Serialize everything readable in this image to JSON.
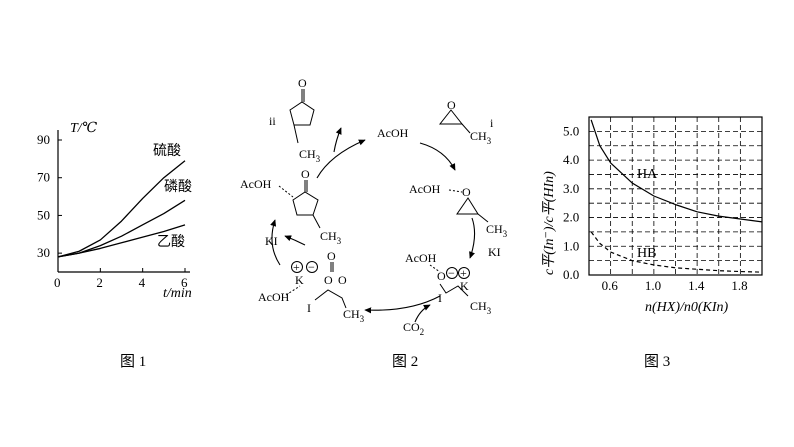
{
  "figures": {
    "fig1_caption": "图 1",
    "fig2_caption": "图 2",
    "fig3_caption": "图 3"
  },
  "chart_data": [
    {
      "type": "line",
      "xlabel": "t/min",
      "ylabel": "T/℃",
      "xlim": [
        0,
        6
      ],
      "ylim": [
        20,
        90
      ],
      "xticks": [
        "0",
        "2",
        "4",
        "6"
      ],
      "yticks": [
        "30",
        "50",
        "70",
        "90"
      ],
      "grid": false,
      "series": [
        {
          "name": "硫酸",
          "x": [
            0,
            1,
            2,
            3,
            4,
            5,
            6
          ],
          "values": [
            28,
            31,
            37,
            47,
            59,
            70,
            79
          ]
        },
        {
          "name": "磷酸",
          "x": [
            0,
            1,
            2,
            3,
            4,
            5,
            6
          ],
          "values": [
            28,
            30,
            34,
            39,
            45,
            51,
            58
          ]
        },
        {
          "name": "乙酸",
          "x": [
            0,
            1,
            2,
            3,
            4,
            5,
            6
          ],
          "values": [
            28,
            30,
            32.5,
            35.5,
            38.5,
            41.5,
            45
          ]
        }
      ]
    },
    {
      "type": "line",
      "xlabel": "n(HX)/n0(KIn)",
      "ylabel": "c平(In⁻)/c平(HIn)",
      "xlim": [
        0.4,
        2.0
      ],
      "ylim": [
        0.0,
        5.5
      ],
      "xticks": [
        "0.6",
        "1.0",
        "1.4",
        "1.8"
      ],
      "yticks": [
        "0.0",
        "1.0",
        "2.0",
        "3.0",
        "4.0",
        "5.0"
      ],
      "grid": true,
      "series": [
        {
          "name": "HA",
          "style": "solid",
          "x": [
            0.42,
            0.5,
            0.6,
            0.8,
            1.0,
            1.2,
            1.4,
            1.6,
            1.8,
            2.0
          ],
          "values": [
            5.4,
            4.5,
            3.9,
            3.2,
            2.75,
            2.45,
            2.2,
            2.05,
            1.95,
            1.85
          ]
        },
        {
          "name": "HB",
          "style": "dashed",
          "x": [
            0.42,
            0.5,
            0.6,
            0.8,
            1.0,
            1.2,
            1.4,
            1.6,
            1.8,
            2.0
          ],
          "values": [
            1.5,
            1.1,
            0.8,
            0.5,
            0.35,
            0.25,
            0.2,
            0.15,
            0.12,
            0.1
          ]
        }
      ]
    }
  ],
  "scheme": {
    "labels": {
      "ii": "ii",
      "i": "i",
      "acoh": "AcOH",
      "ch3": "CH",
      "ch3_sub": "3",
      "ki": "KI",
      "k": "K",
      "i_atom": "I",
      "o": "O",
      "co2": "CO",
      "co2_sub": "2",
      "plus": "+",
      "minus": "−"
    }
  }
}
